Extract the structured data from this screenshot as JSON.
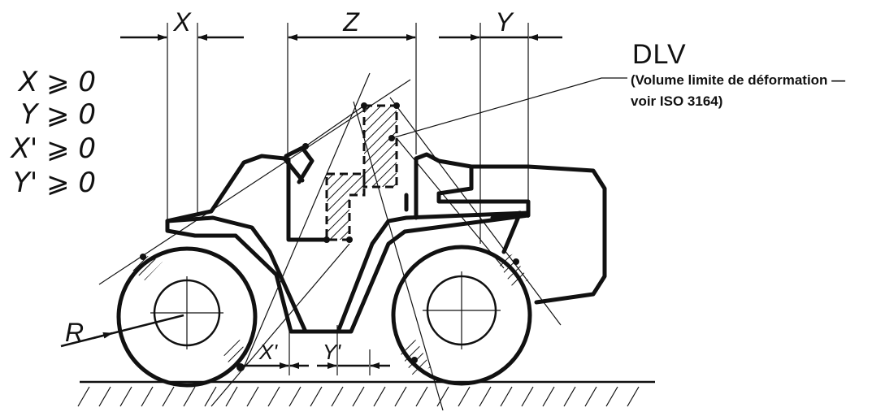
{
  "dimensions": {
    "x_label": "X",
    "z_label": "Z",
    "y_label": "Y",
    "x_prime_label": "X'",
    "y_prime_label": "Y'",
    "r_label": "R"
  },
  "conditions": [
    {
      "text": "X ⩾ 0"
    },
    {
      "text": "Y ⩾ 0"
    },
    {
      "text": "X' ⩾ 0"
    },
    {
      "text": "Y' ⩾ 0"
    }
  ],
  "dlv": {
    "title": "DLV",
    "note_line1": "(Volume limite de déformation —",
    "note_line2": "voir ISO 3164)"
  }
}
